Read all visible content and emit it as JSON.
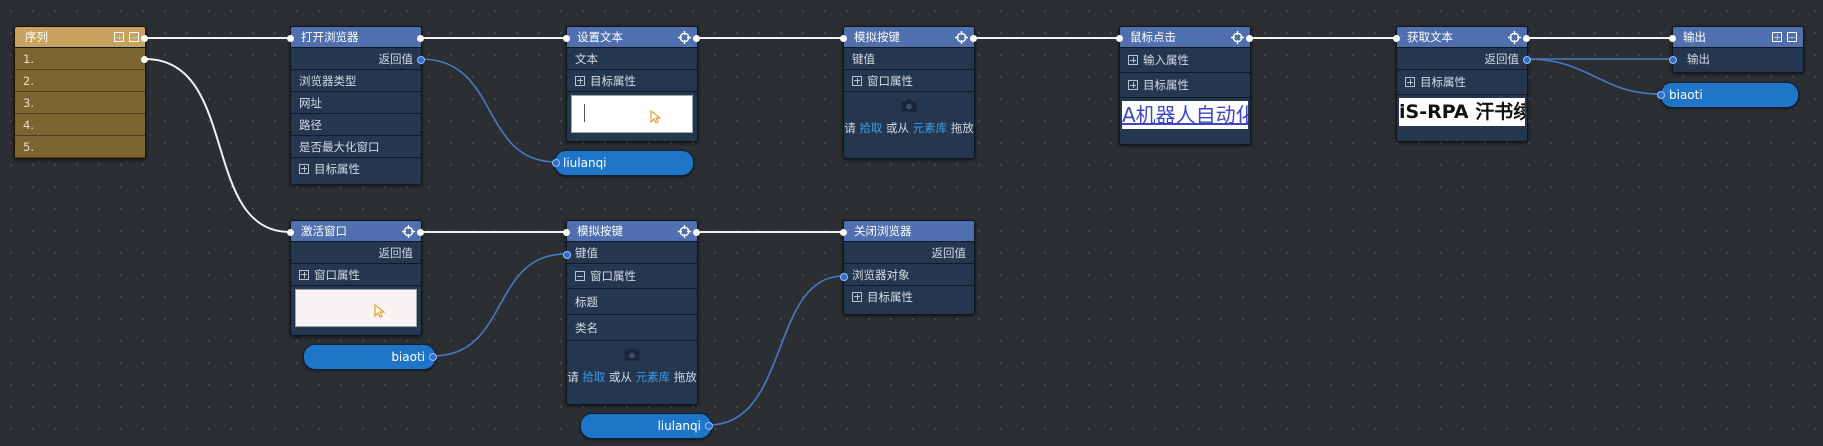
{
  "accent_colors": {
    "header": "#4f6fae",
    "node_bg": "#25374f",
    "sequence": "#c8a25f",
    "variable_pill": "#1f76c9",
    "link": "#3a9be8"
  },
  "sequence": {
    "title": "序列",
    "items": [
      "1.",
      "2.",
      "3.",
      "4.",
      "5."
    ]
  },
  "open_browser": {
    "title": "打开浏览器",
    "return_value": "返回值",
    "browser_type": "浏览器类型",
    "url": "网址",
    "path": "路径",
    "maximize": "是否最大化窗口",
    "target_attr": "目标属性"
  },
  "set_text": {
    "title": "设置文本",
    "text": "文本",
    "target_attr": "目标属性"
  },
  "simulate_key_1": {
    "title": "模拟按键",
    "key_value": "键值",
    "window_attr": "窗口属性"
  },
  "mouse_click": {
    "title": "鼠标点击",
    "input_attr": "输入属性",
    "target_attr": "目标属性",
    "preview_text": "A机器人自动化"
  },
  "get_text": {
    "title": "获取文本",
    "return_value": "返回值",
    "target_attr": "目标属性",
    "preview_text": "iS-RPA 汗书续"
  },
  "output": {
    "title": "输出",
    "output_label": "输出"
  },
  "activate_window": {
    "title": "激活窗口",
    "return_value": "返回值",
    "window_attr": "窗口属性"
  },
  "simulate_key_2": {
    "title": "模拟按键",
    "key_value": "键值",
    "window_attr": "窗口属性",
    "title_field": "标题",
    "class_name": "类名"
  },
  "close_browser": {
    "title": "关闭浏览器",
    "return_value": "返回值",
    "browser_object": "浏览器对象",
    "target_attr": "目标属性"
  },
  "pick_hint": {
    "prefix": "请",
    "pick": "拾取",
    "or_from": "或从",
    "library": "元素库",
    "drag": "拖放"
  },
  "variables": {
    "liulanqi_1": "liulanqi",
    "biaoti_1": "biaoti",
    "biaoti_2": "biaoti",
    "liulanqi_2": "liulanqi"
  },
  "icons": {
    "expand": "plus-box",
    "collapse": "minus-box",
    "target": "crosshair",
    "camera": "camera",
    "cursor": "mouse-pointer"
  }
}
